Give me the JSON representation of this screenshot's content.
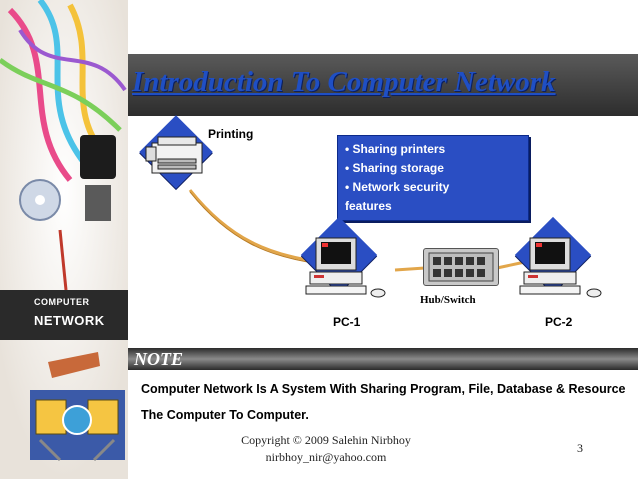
{
  "sidebar": {
    "line1": "COMPUTER",
    "line2": "NETWORK"
  },
  "slide": {
    "title": "Introduction To Computer Network"
  },
  "diagram": {
    "printing_label": "Printing",
    "bullets": [
      "Sharing printers",
      "Sharing storage",
      "Network security",
      "features"
    ],
    "hub_label": "Hub/Switch",
    "pc1_label": "PC-1",
    "pc2_label": "PC-2"
  },
  "note": {
    "heading": "NOTE",
    "text": "Computer Network Is A System With Sharing Program, File, Database & Resource The Computer To Computer."
  },
  "footer": {
    "copyright_line1": "Copyright © 2009 Salehin Nirbhoy",
    "copyright_line2": "nirbhoy_nir@yahoo.com",
    "slide_number": "3"
  },
  "colors": {
    "title_blue": "#1f4fc4",
    "box_blue": "#2a4ec3",
    "cable": "#e2a64a"
  }
}
